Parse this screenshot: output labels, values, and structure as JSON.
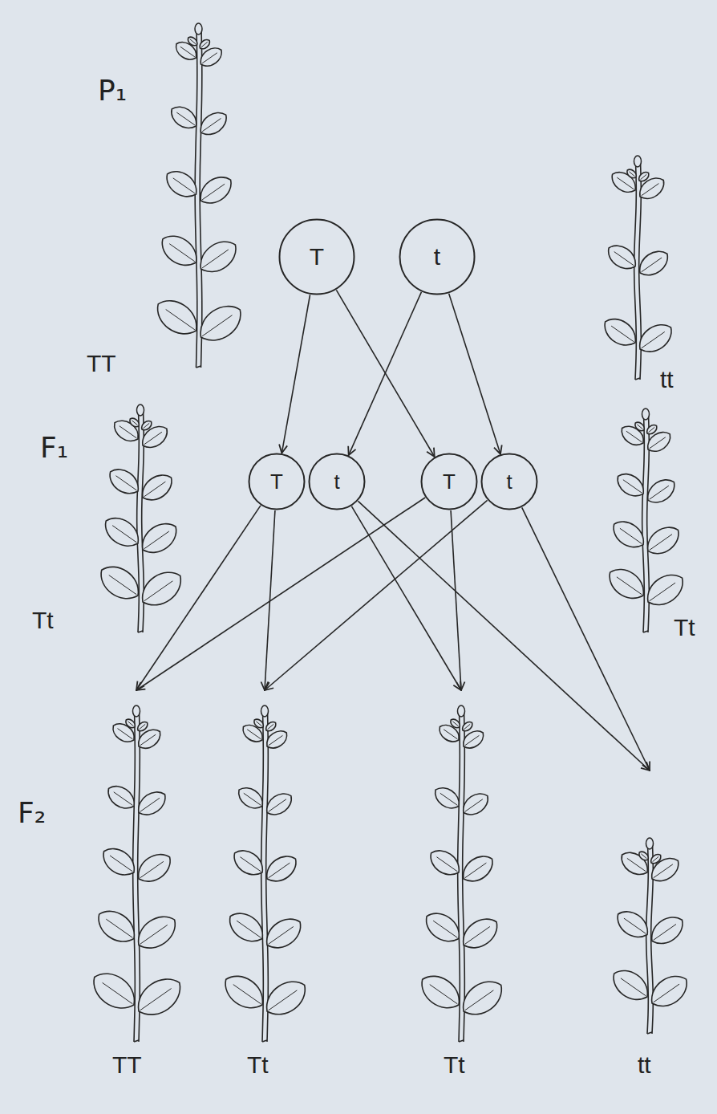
{
  "diagram": {
    "nodes": [
      {
        "text": [
          "TT"
        ]
      },
      {
        "text": [
          "T"
        ]
      },
      {
        "text": [
          "t"
        ]
      },
      {
        "text": [
          "tt"
        ]
      },
      {
        "text": [
          "Tt"
        ]
      },
      {
        "text": [
          "T"
        ]
      },
      {
        "text": [
          "t"
        ]
      },
      {
        "text": [
          "T"
        ]
      },
      {
        "text": [
          "t"
        ]
      },
      {
        "text": [
          "Tt"
        ]
      },
      {
        "text": [
          "TT"
        ]
      },
      {
        "text": [
          "Tt"
        ]
      },
      {
        "text": [
          "Tt"
        ]
      },
      {
        "text": [
          "tt"
        ]
      }
    ],
    "edges": [
      {
        "from": 1,
        "to": 5,
        "arrow": "to"
      },
      {
        "from": 1,
        "to": 7,
        "arrow": "to"
      },
      {
        "from": 2,
        "to": 6,
        "arrow": "to"
      },
      {
        "from": 2,
        "to": 8,
        "arrow": "to"
      },
      {
        "from": 5,
        "to": 10,
        "arrow": "to"
      },
      {
        "from": 7,
        "to": 10,
        "arrow": "to"
      },
      {
        "from": 5,
        "to": 11,
        "arrow": "to"
      },
      {
        "from": 8,
        "to": 11,
        "arrow": "to"
      },
      {
        "from": 6,
        "to": 12,
        "arrow": "to"
      },
      {
        "from": 7,
        "to": 12,
        "arrow": "to"
      },
      {
        "from": 6,
        "to": 13,
        "arrow": "to"
      },
      {
        "from": 8,
        "to": 13,
        "arrow": "to"
      }
    ],
    "labels": [
      "P₁",
      "F₁",
      "F₂"
    ]
  }
}
